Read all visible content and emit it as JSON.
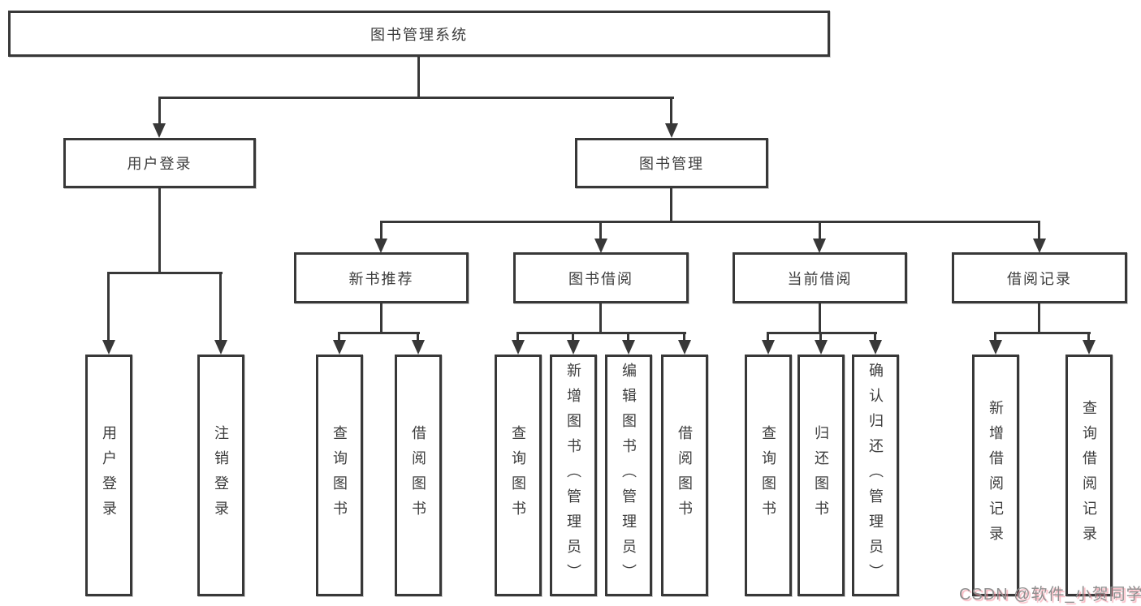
{
  "diagram": {
    "root": {
      "label": "图书管理系统"
    },
    "level2": [
      {
        "label": "用户登录"
      },
      {
        "label": "图书管理"
      }
    ],
    "level3": [
      {
        "label": "新书推荐"
      },
      {
        "label": "图书借阅"
      },
      {
        "label": "当前借阅"
      },
      {
        "label": "借阅记录"
      }
    ],
    "leaves": {
      "login": [
        {
          "label": "用户登录"
        },
        {
          "label": "注销登录"
        }
      ],
      "recommend": [
        {
          "label": "查询图书"
        },
        {
          "label": "借阅图书"
        }
      ],
      "borrow": [
        {
          "label": "查询图书"
        },
        {
          "label": "新增图书（管理员）"
        },
        {
          "label": "编辑图书（管理员）"
        },
        {
          "label": "借阅图书"
        }
      ],
      "current": [
        {
          "label": "查询图书"
        },
        {
          "label": "归还图书"
        },
        {
          "label": "确认归还（管理员）"
        }
      ],
      "records": [
        {
          "label": "新增借阅记录"
        },
        {
          "label": "查询借阅记录"
        }
      ]
    }
  },
  "watermark": {
    "text": "CSDN @软件_小贺同学"
  },
  "colors": {
    "background": "#ffffff",
    "line": "#383838",
    "box_border": "#383838",
    "text": "#3c3c3c",
    "watermark_text": "#8f8f8f",
    "watermark_shadow": "#f48898"
  }
}
